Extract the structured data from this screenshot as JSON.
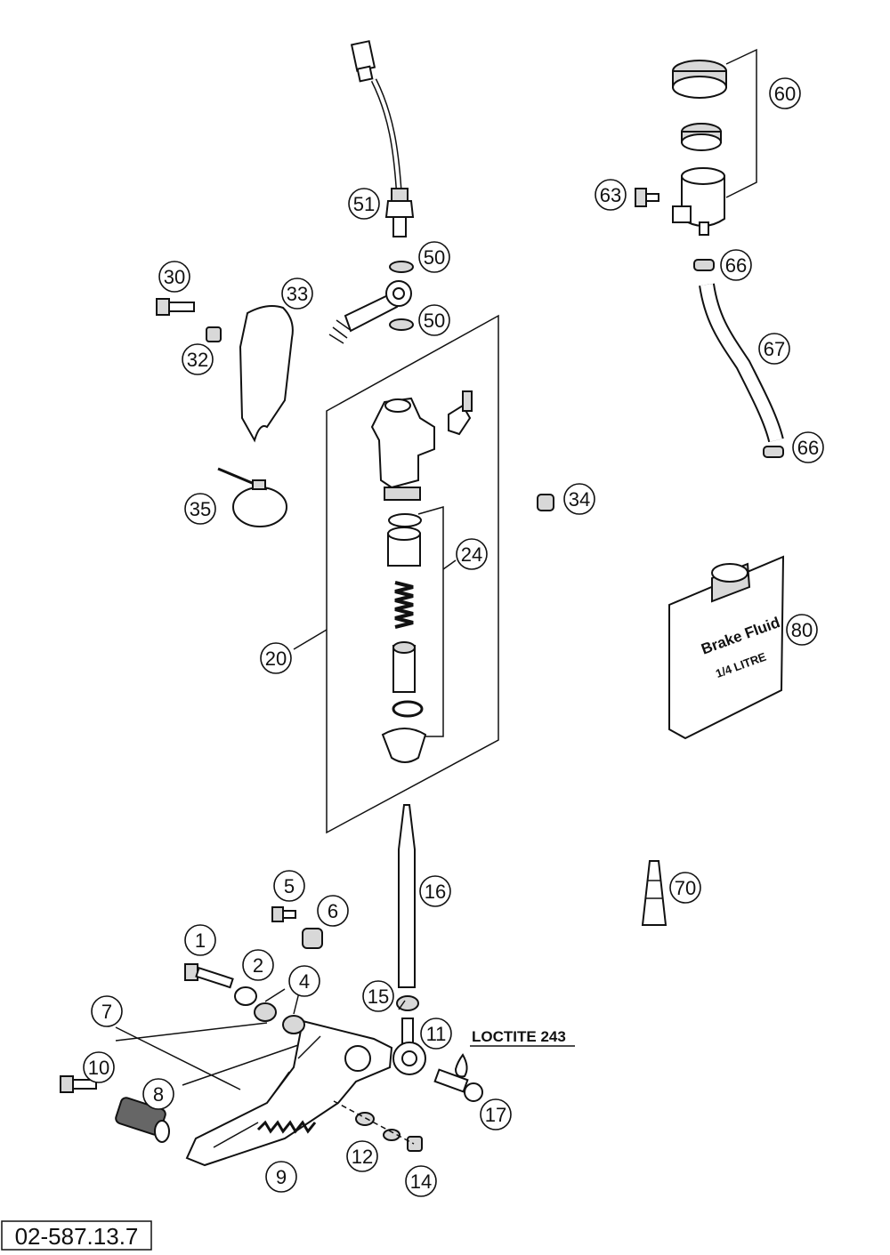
{
  "diagram": {
    "callouts": [
      "1",
      "2",
      "4",
      "5",
      "6",
      "7",
      "8",
      "9",
      "10",
      "11",
      "12",
      "14",
      "15",
      "16",
      "17",
      "20",
      "24",
      "30",
      "32",
      "33",
      "34",
      "35",
      "50",
      "50",
      "51",
      "60",
      "63",
      "66",
      "66",
      "67",
      "70",
      "80"
    ],
    "annotation": "LOCTITE 243",
    "bottle": {
      "line1": "Brake Fluid",
      "line2": "1/4 LITRE"
    },
    "drawing_number": "02-587.13.7"
  }
}
